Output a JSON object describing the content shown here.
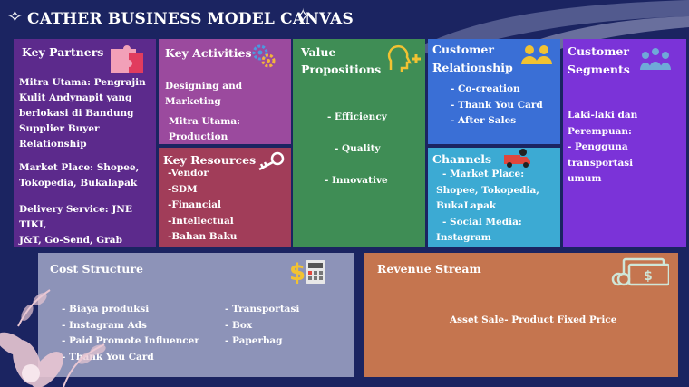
{
  "title": "CATHER BUSINESS MODEL CANVAS",
  "colors": {
    "background": "#1b2461",
    "key_partners": "#5c2a8c",
    "key_activities": "#9b4a9e",
    "key_resources": "#a13d59",
    "value_propositions": "#3f8d55",
    "customer_relationship": "#3a6fd6",
    "channels": "#3caad3",
    "customer_segments": "#7b33d8",
    "cost_structure": "#8d93b8",
    "revenue_stream": "#c5754f"
  },
  "key_partners": {
    "heading": "Key Partners",
    "icon": "puzzle-icon",
    "lines": [
      "Mitra Utama: Pengrajin",
      "Kulit Andynapit yang",
      "berlokasi di Bandung",
      "Supplier Buyer",
      "Relationship",
      "Market Place: Shopee,",
      "Tokopedia, Bukalapak",
      "Delivery Service: JNE TIKI,",
      "J&T, Go-Send, Grab Express"
    ]
  },
  "key_activities": {
    "heading": "Key Activities",
    "icon": "gears-icon",
    "lines": [
      "Designing and Marketing",
      "Mitra Utama: Production"
    ]
  },
  "key_resources": {
    "heading": "Key Resources",
    "icon": "key-icon",
    "lines": [
      "-Vendor",
      "-SDM",
      "-Financial",
      "-Intellectual",
      "-Bahan Baku"
    ]
  },
  "value_propositions": {
    "heading_1": "Value",
    "heading_2": "Propositions",
    "icon": "head-plus-icon",
    "lines": [
      "- Efficiency",
      "- Quality",
      "- Innovative"
    ]
  },
  "customer_relationship": {
    "heading_1": "Customer",
    "heading_2": "Relationship",
    "icon": "people-icon",
    "lines": [
      "- Co-creation",
      "- Thank You Card",
      "- After Sales"
    ]
  },
  "channels": {
    "heading": "Channels",
    "icon": "truck-icon",
    "lines": [
      "- Market Place:",
      "Shopee, Tokopedia,",
      "BukaLapak",
      "- Social Media:",
      "Instagram"
    ]
  },
  "customer_segments": {
    "heading_1": "Customer",
    "heading_2": "Segments",
    "icon": "crowd-icon",
    "lines": [
      "Laki-laki dan",
      "Perempuan:",
      "- Pengguna transportasi",
      "umum"
    ]
  },
  "cost_structure": {
    "heading": "Cost Structure",
    "icon": "calculator-icon",
    "col1": [
      "- Biaya produksi",
      "- Instagram Ads",
      "- Paid Promote Influencer",
      "- Thank You Card"
    ],
    "col2": [
      "- Transportasi",
      "- Box",
      "- Paperbag"
    ]
  },
  "revenue_stream": {
    "heading": "Revenue Stream",
    "icon": "money-icon",
    "text": "Asset Sale- Product Fixed Price"
  }
}
